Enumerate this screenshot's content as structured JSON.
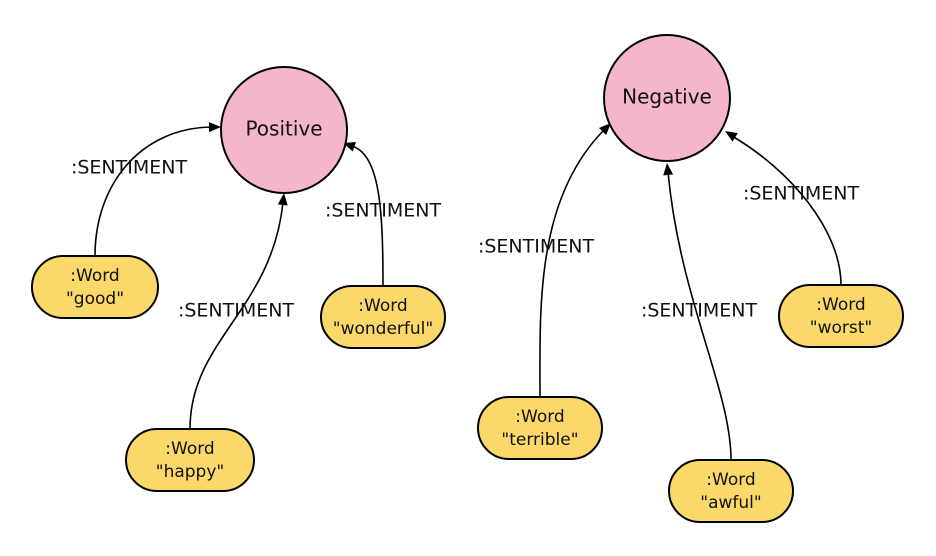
{
  "colors": {
    "sentiment_fill": "#f4b6c8",
    "word_fill": "#fbd86a",
    "stroke": "#000000"
  },
  "edge_label": ":SENTIMENT",
  "sentiments": [
    {
      "id": "positive",
      "label": "Positive"
    },
    {
      "id": "negative",
      "label": "Negative"
    }
  ],
  "words": [
    {
      "id": "good",
      "type": ":Word",
      "value": "\"good\"",
      "sentiment": "positive"
    },
    {
      "id": "happy",
      "type": ":Word",
      "value": "\"happy\"",
      "sentiment": "positive"
    },
    {
      "id": "wonderful",
      "type": ":Word",
      "value": "\"wonderful\"",
      "sentiment": "positive"
    },
    {
      "id": "terrible",
      "type": ":Word",
      "value": "\"terrible\"",
      "sentiment": "negative"
    },
    {
      "id": "awful",
      "type": ":Word",
      "value": "\"awful\"",
      "sentiment": "negative"
    },
    {
      "id": "worst",
      "type": ":Word",
      "value": "\"worst\"",
      "sentiment": "negative"
    }
  ]
}
